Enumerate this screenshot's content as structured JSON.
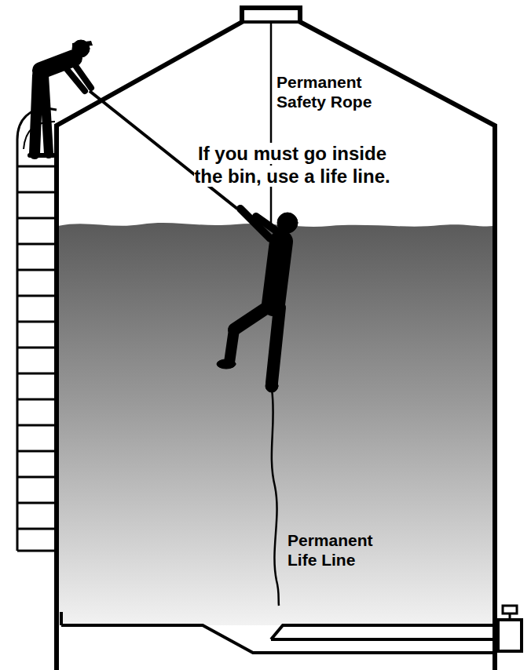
{
  "diagram": {
    "labels": [
      "Permanent Safety Rope",
      "If you must go inside the bin, use a life line.",
      "Permanent Life Line"
    ]
  }
}
